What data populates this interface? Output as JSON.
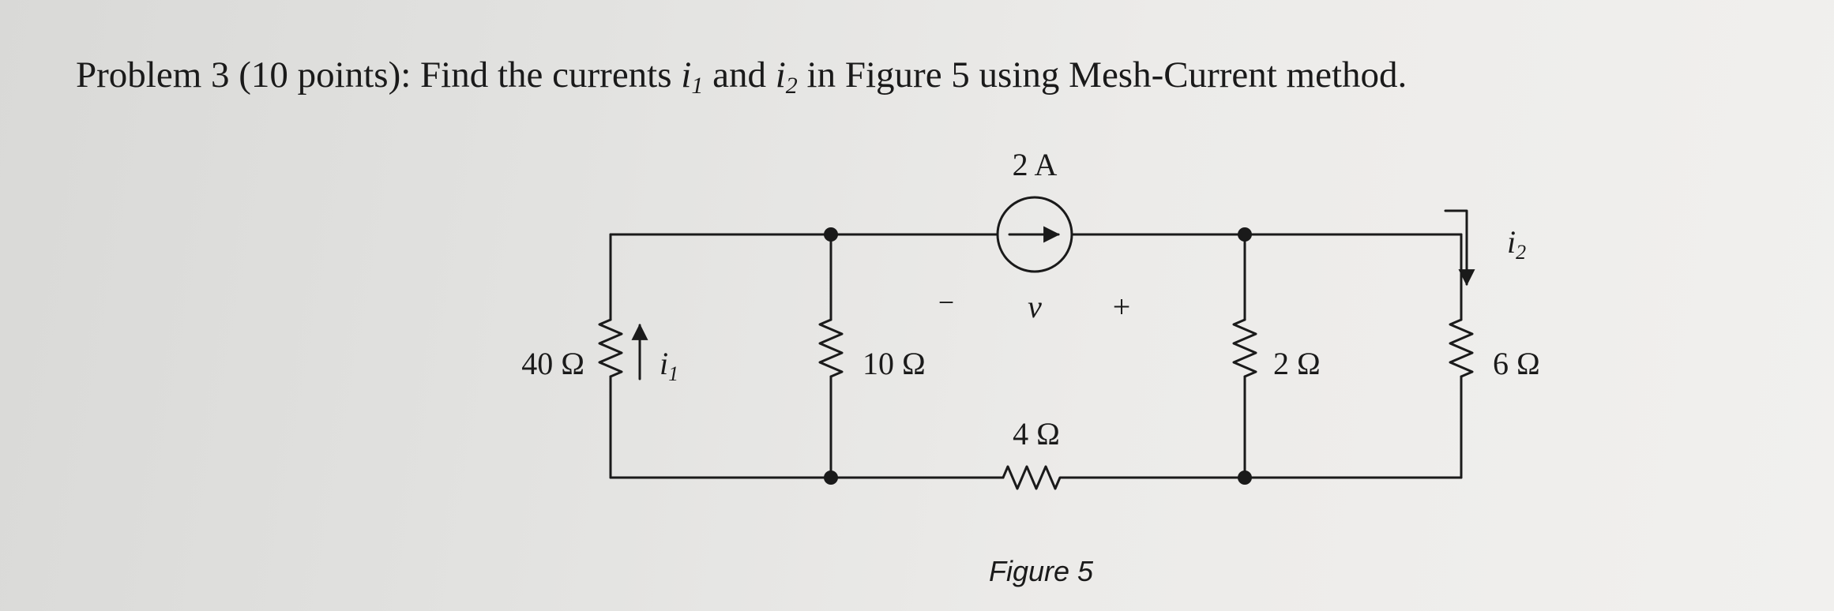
{
  "problem": {
    "label": "Problem 3 (10 points): Find the currents",
    "var1": "i",
    "var1_sub": "1",
    "conj": "and",
    "var2": "i",
    "var2_sub": "2",
    "rest": "in Figure 5 using Mesh-Current method."
  },
  "circuit": {
    "source_label": "2 A",
    "voltage_label": "v",
    "voltage_minus": "−",
    "voltage_plus": "+",
    "r40": "40 Ω",
    "r10": "10 Ω",
    "r4": "4 Ω",
    "r2": "2 Ω",
    "r6": "6 Ω",
    "i1": "i",
    "i1_sub": "1",
    "i2": "i",
    "i2_sub": "2"
  },
  "figure_caption": "Figure 5"
}
